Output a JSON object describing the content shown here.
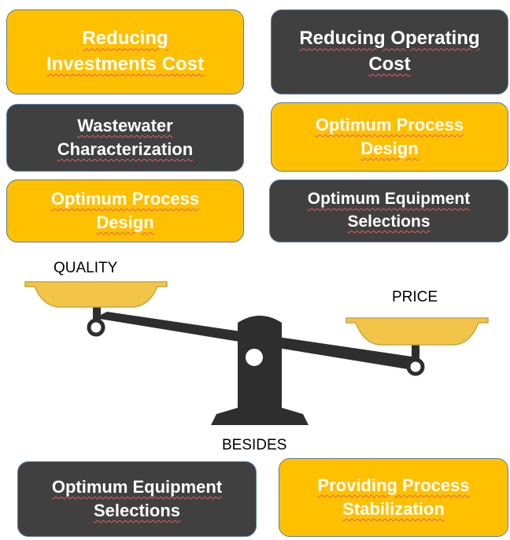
{
  "boxes": {
    "top_left": "Reducing\nInvestments Cost",
    "top_right": "Reducing Operating\nCost",
    "mid_left_1": "Wastewater\nCharacterization",
    "mid_right_1": "Optimum Process\nDesign",
    "mid_left_2": "Optimum Process\nDesign",
    "mid_right_2": "Optimum Equipment\nSelections",
    "bottom_left": "Optimum Equipment\nSelections",
    "bottom_right": "Providing Process\nStabilization"
  },
  "labels": {
    "quality": "QUALITY",
    "price": "PRICE",
    "besides": "BESIDES"
  },
  "colors": {
    "orange": "#ffc000",
    "dark": "#404040",
    "pan": "#f2c548",
    "pan_rim": "#c9a642",
    "beam": "#2e2e2e"
  }
}
